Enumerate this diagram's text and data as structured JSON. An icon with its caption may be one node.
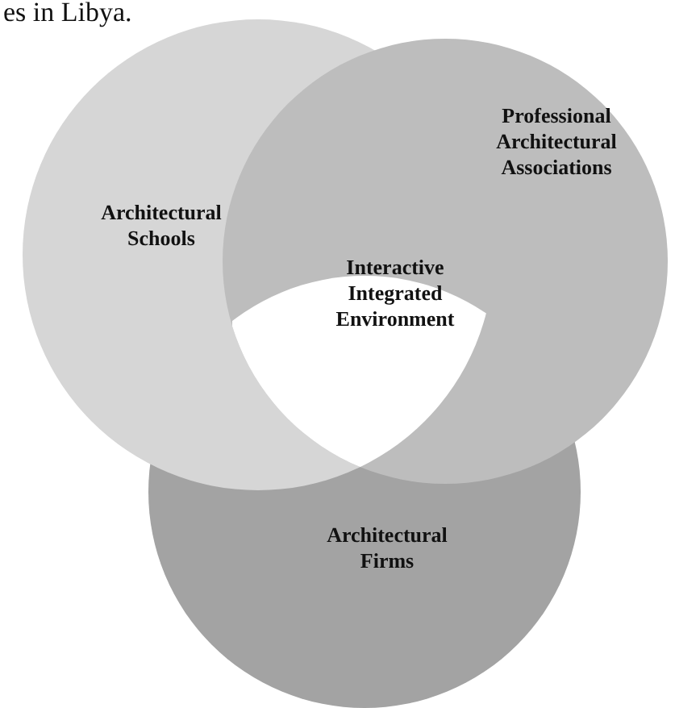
{
  "diagram": {
    "nodes": [
      {
        "text": [
          "Architectural Schools"
        ]
      },
      {
        "text": [
          "Professional Architectural Associations"
        ]
      },
      {
        "text": [
          "Architectural Firms"
        ]
      },
      {
        "text": [
          "Interactive Integrated Environment"
        ]
      }
    ],
    "labels": [
      "es in Libya."
    ]
  }
}
